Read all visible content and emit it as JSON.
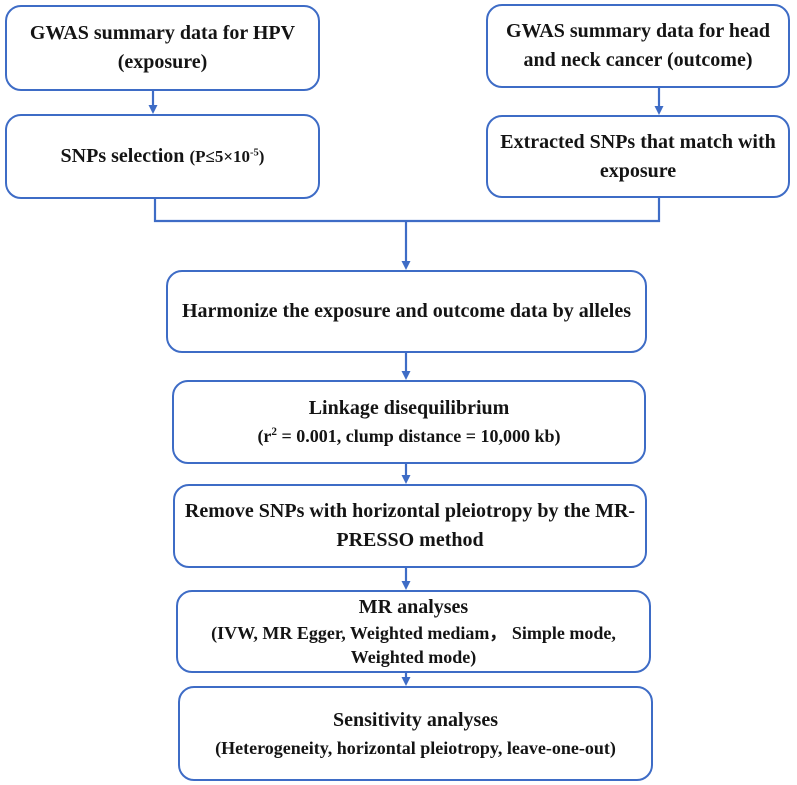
{
  "colors": {
    "box_border": "#3e6cc6",
    "arrow": "#3e6cc6",
    "text": "#141414",
    "background": "#ffffff"
  },
  "boxes": {
    "exposure": {
      "line1": "GWAS summary data for HPV",
      "line2": "(exposure)"
    },
    "snp_selection": {
      "main": "SNPs selection ",
      "paren_prefix": "(P≤5×10",
      "sup": "-5",
      "paren_suffix": ")"
    },
    "outcome": {
      "line1": "GWAS summary data for head",
      "line2": "and neck cancer (outcome)"
    },
    "extracted": {
      "line1": "Extracted SNPs that match with",
      "line2": "exposure"
    },
    "harmonize": {
      "line1": "Harmonize the exposure and outcome data by alleles"
    },
    "linkage": {
      "line1": "Linkage disequilibrium",
      "paren_prefix": "(r",
      "sup": "2",
      "paren_suffix": " = 0.001, clump distance = 10,000 kb)"
    },
    "mr_presso": {
      "line1": "Remove SNPs with horizontal pleiotropy by the MR-",
      "line2": "PRESSO method"
    },
    "mr_analyses": {
      "line1": "MR analyses",
      "line2": "(IVW, MR Egger, Weighted mediam， Simple mode,",
      "line3": "Weighted mode)"
    },
    "sensitivity": {
      "line1": "Sensitivity analyses",
      "line2": "(Heterogeneity, horizontal pleiotropy, leave-one-out)"
    }
  }
}
